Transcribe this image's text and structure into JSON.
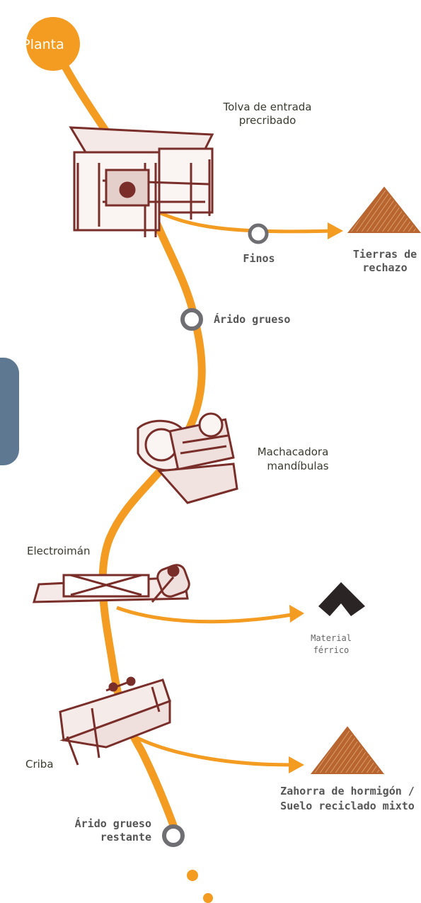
{
  "colors": {
    "flow": "#f39c21",
    "machine": "#7a2e2a",
    "ring": "#6f6f73",
    "earth": "#b8652f",
    "iron": "#2b2424",
    "tab": "#5e7891"
  },
  "start": {
    "label": "Planta"
  },
  "machines": {
    "tolva": {
      "line1": "Tolva de entrada",
      "line2": "precribado"
    },
    "machacadora": {
      "line1": "Machacadora",
      "line2": "mandíbulas"
    },
    "electroiman": {
      "label": "Electroimán"
    },
    "criba": {
      "label": "Criba"
    }
  },
  "streams": {
    "finos": "Finos",
    "arido_grueso": "Árido grueso",
    "arido_restante_1": "Árido grueso",
    "arido_restante_2": "restante"
  },
  "outputs": {
    "tierras_1": "Tierras de",
    "tierras_2": "rechazo",
    "ferrico_1": "Material",
    "ferrico_2": "férrico",
    "zahorra_1": "Zahorra de hormigón /",
    "zahorra_2": "Suelo reciclado mixto"
  },
  "icons": {
    "start": "planta-circle-icon",
    "tolva": "hopper-icon",
    "machacadora": "jaw-crusher-icon",
    "electroiman": "electromagnet-icon",
    "criba": "screen-sieve-icon",
    "tierras": "soil-pile-icon",
    "ferrico": "iron-angle-icon",
    "zahorra": "aggregate-pile-icon"
  }
}
